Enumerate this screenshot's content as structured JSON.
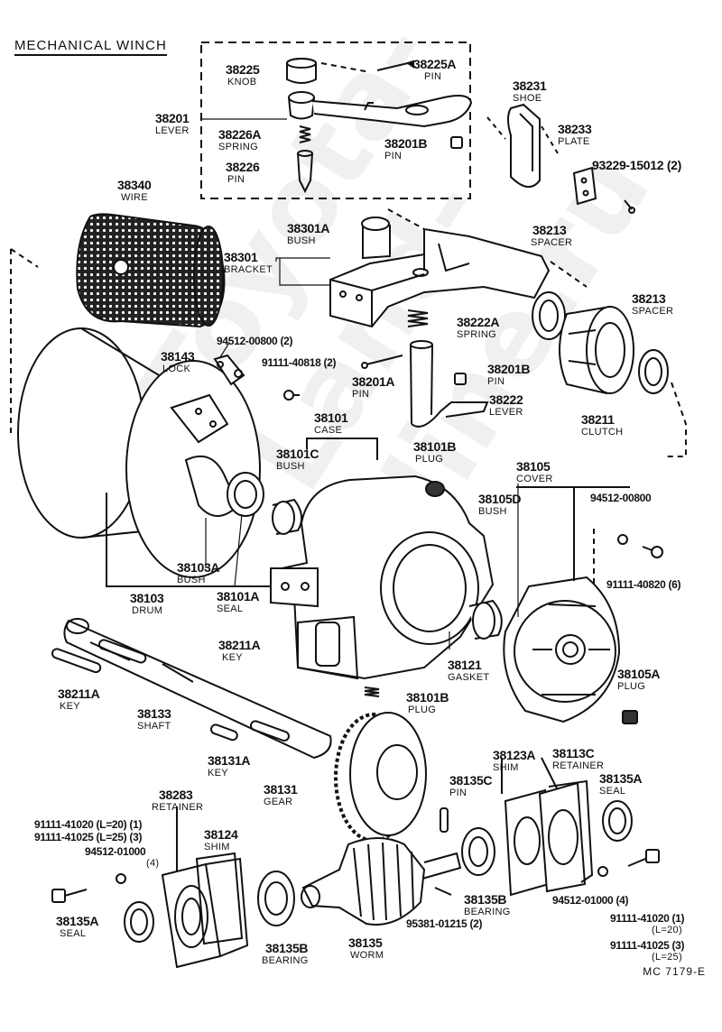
{
  "title": "MECHANICAL WINCH",
  "diagram_code": "MC 7179-E",
  "watermark": "Toyota-Land-Nine.ru",
  "parts": [
    {
      "id": "38225A",
      "name": "PIN"
    },
    {
      "id": "38225",
      "name": "KNOB"
    },
    {
      "id": "38201",
      "name": "LEVER"
    },
    {
      "id": "38226A",
      "name": "SPRING"
    },
    {
      "id": "38201B",
      "name": "PIN"
    },
    {
      "id": "38226",
      "name": "PIN"
    },
    {
      "id": "38231",
      "name": "SHOE"
    },
    {
      "id": "38233",
      "name": "PLATE"
    },
    {
      "id": "93229-15012 (2)",
      "name": ""
    },
    {
      "id": "38340",
      "name": "WIRE"
    },
    {
      "id": "38301A",
      "name": "BUSH"
    },
    {
      "id": "38301",
      "name": "BRACKET"
    },
    {
      "id": "38213",
      "name": "SPACER"
    },
    {
      "id": "38213",
      "name": "SPACER"
    },
    {
      "id": "38222A",
      "name": "SPRING"
    },
    {
      "id": "38143",
      "name": "LOCK"
    },
    {
      "id": "94512-00800 (2)",
      "name": ""
    },
    {
      "id": "91111-40818 (2)",
      "name": ""
    },
    {
      "id": "38201A",
      "name": "PIN"
    },
    {
      "id": "38201B",
      "name": "PIN"
    },
    {
      "id": "38222",
      "name": "LEVER"
    },
    {
      "id": "38211",
      "name": "CLUTCH"
    },
    {
      "id": "38101",
      "name": "CASE"
    },
    {
      "id": "38101C",
      "name": "BUSH"
    },
    {
      "id": "38101B",
      "name": "PLUG"
    },
    {
      "id": "38105",
      "name": "COVER"
    },
    {
      "id": "38105D",
      "name": "BUSH"
    },
    {
      "id": "94512-00800",
      "name": ""
    },
    {
      "id": "91111-40820 (6)",
      "name": ""
    },
    {
      "id": "38103A",
      "name": "BUSH"
    },
    {
      "id": "38101A",
      "name": "SEAL"
    },
    {
      "id": "38103",
      "name": "DRUM"
    },
    {
      "id": "38211A",
      "name": "KEY"
    },
    {
      "id": "38121",
      "name": "GASKET"
    },
    {
      "id": "38105A",
      "name": "PLUG"
    },
    {
      "id": "38211A",
      "name": "KEY"
    },
    {
      "id": "38133",
      "name": "SHAFT"
    },
    {
      "id": "38101B",
      "name": "PLUG"
    },
    {
      "id": "38131A",
      "name": "KEY"
    },
    {
      "id": "38123A",
      "name": "SHIM"
    },
    {
      "id": "38113C",
      "name": "RETAINER"
    },
    {
      "id": "38283",
      "name": "RETAINER"
    },
    {
      "id": "38131",
      "name": "GEAR"
    },
    {
      "id": "38135C",
      "name": "PIN"
    },
    {
      "id": "38135A",
      "name": "SEAL"
    },
    {
      "id": "91111-41020 (L=20) (1)",
      "name": ""
    },
    {
      "id": "91111-41025 (L=25) (3)",
      "name": ""
    },
    {
      "id": "38124",
      "name": "SHIM"
    },
    {
      "id": "94512-01000",
      "name": "(4)"
    },
    {
      "id": "38135A",
      "name": "SEAL"
    },
    {
      "id": "38135B",
      "name": "BEARING"
    },
    {
      "id": "38135",
      "name": "WORM"
    },
    {
      "id": "38135B",
      "name": "BEARING"
    },
    {
      "id": "95381-01215 (2)",
      "name": ""
    },
    {
      "id": "94512-01000 (4)",
      "name": ""
    },
    {
      "id": "91111-41020 (1)",
      "name": "(L=20)"
    },
    {
      "id": "91111-41025 (3)",
      "name": "(L=25)"
    }
  ]
}
